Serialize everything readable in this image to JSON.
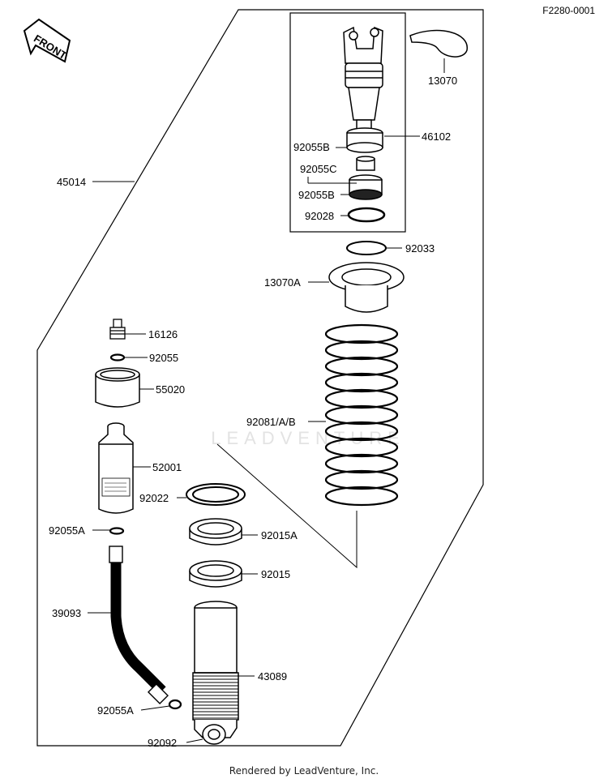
{
  "figure_code": "F2280-0001",
  "front_label": "FRONT",
  "watermark": "LEADVENTURE",
  "footer": "Rendered by LeadVenture, Inc.",
  "parts": {
    "p13070": "13070",
    "p46102": "46102",
    "p92055B_1": "92055B",
    "p92055C": "92055C",
    "p92055B_2": "92055B",
    "p92028": "92028",
    "p92033": "92033",
    "p13070A": "13070A",
    "p45014": "45014",
    "p16126": "16126",
    "p92055": "92055",
    "p55020": "55020",
    "p92081": "92081/A/B",
    "p52001": "52001",
    "p92022": "92022",
    "p92055A_1": "92055A",
    "p92015A": "92015A",
    "p92015": "92015",
    "p39093": "39093",
    "p43089": "43089",
    "p92055A_2": "92055A",
    "p92092": "92092"
  }
}
